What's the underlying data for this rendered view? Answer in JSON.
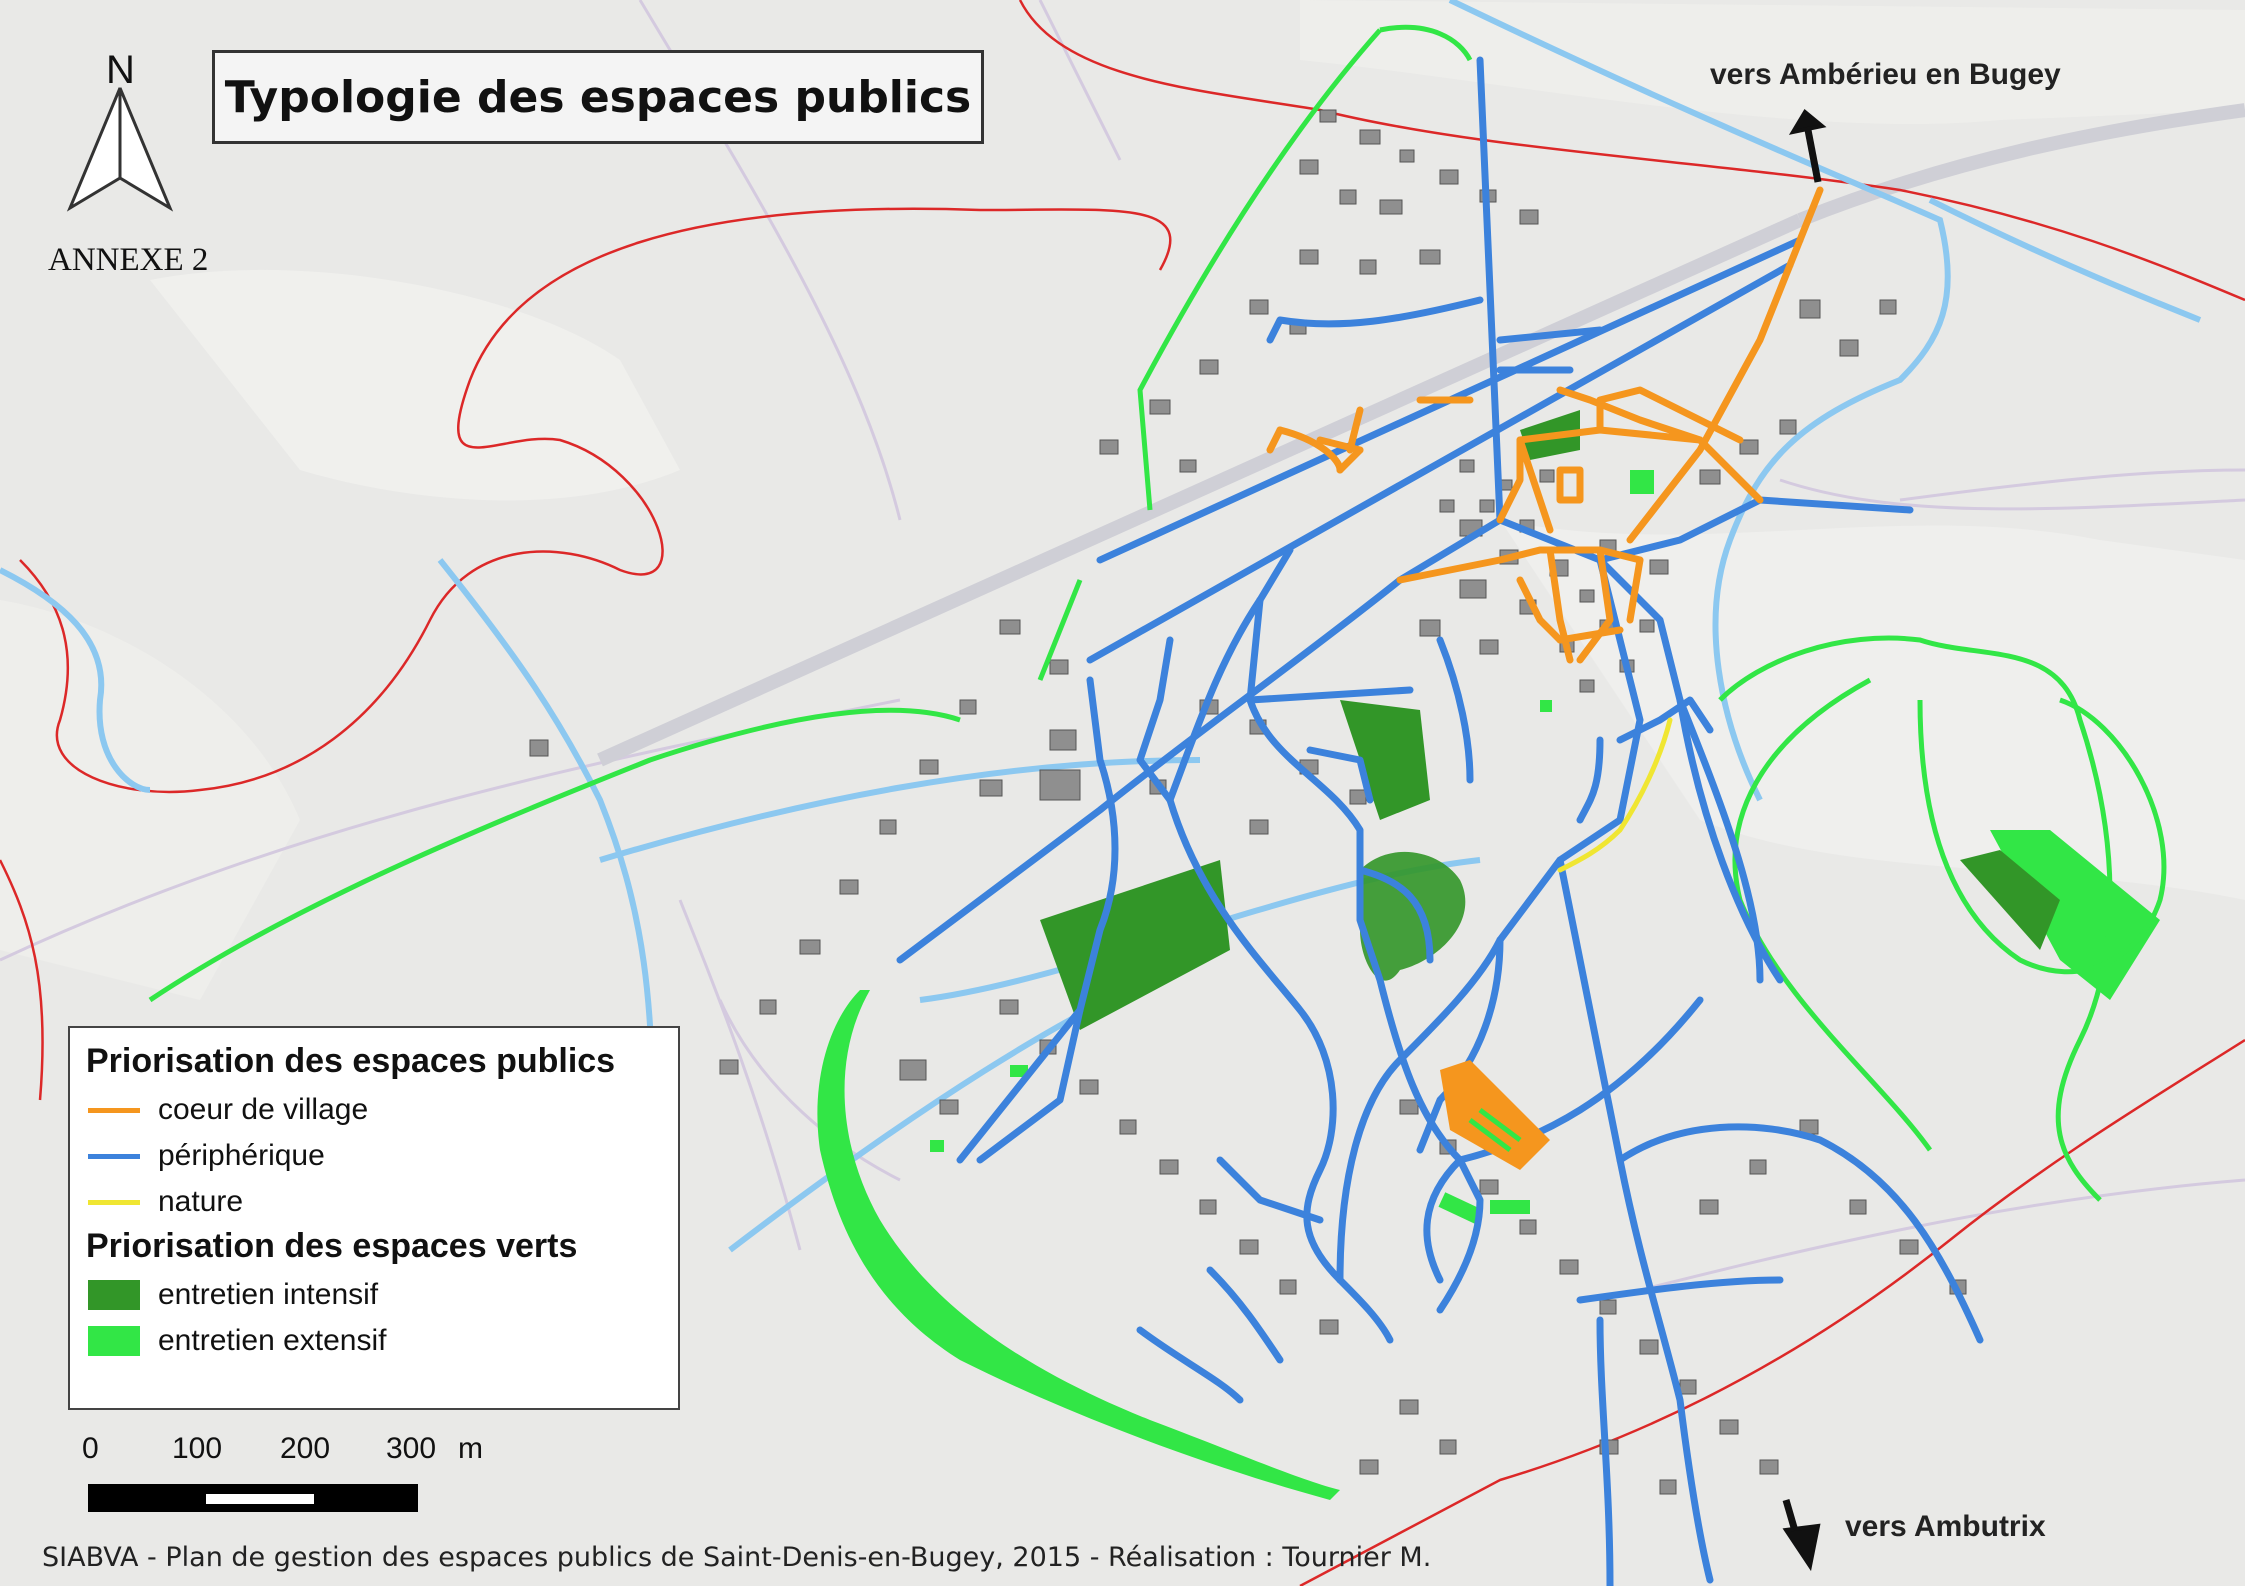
{
  "title": "Typologie des espaces publics",
  "north_label": "N",
  "annex_label": "ANNEXE 2",
  "destinations": {
    "north": "vers Ambérieu en Bugey",
    "south": "vers Ambutrix"
  },
  "legend": {
    "public_spaces_title": "Priorisation des espaces publics",
    "public_spaces": [
      {
        "label": "coeur de village",
        "color": "#f5961e"
      },
      {
        "label": "périphérique",
        "color": "#3c82dc"
      },
      {
        "label": "nature",
        "color": "#f0e632"
      }
    ],
    "green_spaces_title": "Priorisation des espaces verts",
    "green_spaces": [
      {
        "label": "entretien intensif",
        "color": "#329628"
      },
      {
        "label": "entretien extensif",
        "color": "#32e646"
      }
    ]
  },
  "scale": {
    "ticks": [
      "0",
      "100",
      "200",
      "300"
    ],
    "unit": "m"
  },
  "credit": "SIABVA - Plan de gestion des espaces publics de Saint-Denis-en-Bugey, 2015 - Réalisation : Tournier M.",
  "colors": {
    "background": "#ebebea",
    "field_light": "#efefee",
    "boundary_red": "#dc2828",
    "water_blue": "#8cc8f0",
    "building_gray": "#8a8a8a",
    "road_faint": "#d2c8dc",
    "orange": "#f5961e",
    "blue": "#3c82dc",
    "yellow": "#f0e632",
    "green_dark": "#329628",
    "green_light": "#32e646"
  }
}
